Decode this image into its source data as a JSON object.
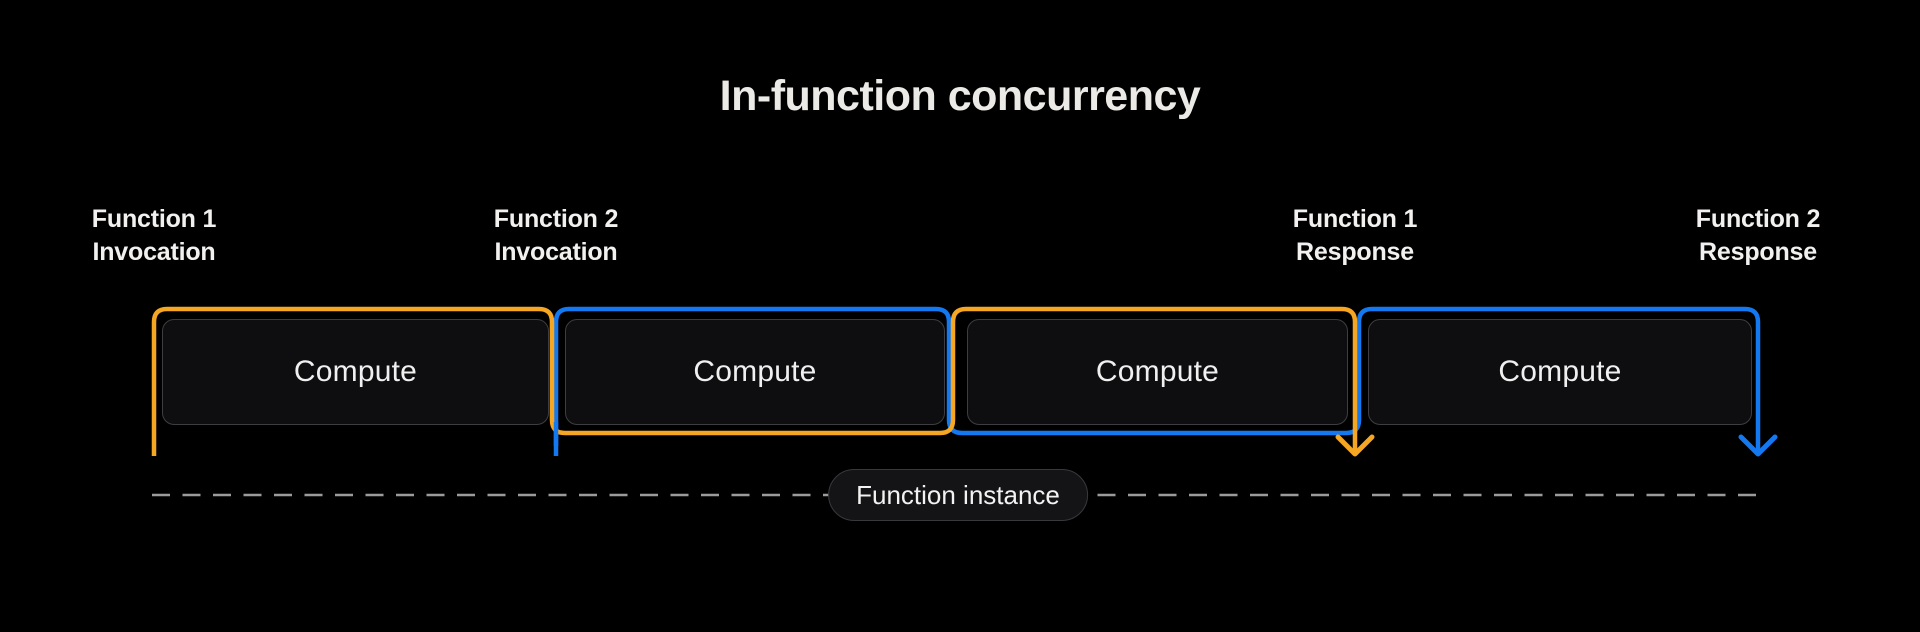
{
  "title": "In-function concurrency",
  "events": [
    {
      "name": "Function 1",
      "phase": "Invocation"
    },
    {
      "name": "Function 2",
      "phase": "Invocation"
    },
    {
      "name": "Function 1",
      "phase": "Response"
    },
    {
      "name": "Function 2",
      "phase": "Response"
    }
  ],
  "boxes": [
    {
      "label": "Compute"
    },
    {
      "label": "Compute"
    },
    {
      "label": "Compute"
    },
    {
      "label": "Compute"
    }
  ],
  "pill": {
    "label": "Function instance"
  },
  "colors": {
    "function1_flow": "#F5A623",
    "function2_flow": "#1478F0",
    "dashed_line": "#9B9B9B",
    "background": "#000000",
    "box_border": "#3E3E42",
    "box_background": "#0E0E10"
  }
}
